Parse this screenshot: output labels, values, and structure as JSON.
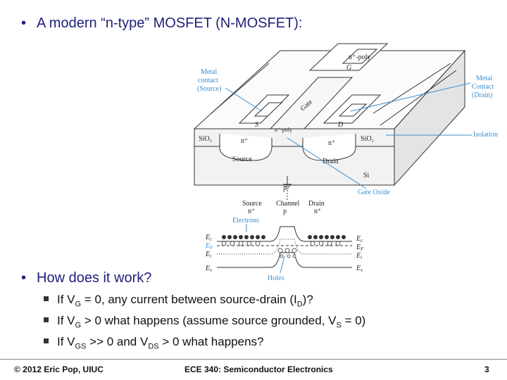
{
  "title": "A modern “n-type” MOSFET (N-MOSFET):",
  "question": "How does it work?",
  "sub_bullets": [
    {
      "parts": [
        "If V",
        "G",
        " = 0, any current between source-drain (I",
        "D",
        ")?"
      ]
    },
    {
      "parts": [
        "If V",
        "G",
        " > 0 what happens (assume source grounded, V",
        "S",
        " = 0)"
      ]
    },
    {
      "parts": [
        "If V",
        "GS",
        " >> 0 and V",
        "DS",
        " > 0 what happens?"
      ]
    }
  ],
  "diagram_labels": {
    "metal_source": [
      "Metal",
      "contact",
      "(Source)"
    ],
    "metal_drain": [
      "Metal",
      "Contact",
      "(Drain)"
    ],
    "isolation": "Isolation",
    "gate_oxide": "Gate Oxide",
    "gate": "Gate",
    "npoly_top": "n⁺-poly",
    "npoly_mid": "n⁺-poly",
    "g": "G",
    "s": "S",
    "d": "D",
    "sio2_left": "SiO₂",
    "sio2_right": "SiO₂",
    "n_plus_left": "n⁺",
    "n_plus_right": "n⁺",
    "source": "Source",
    "drain": "Drain",
    "si": "Si",
    "p": "p",
    "band_source": "Source",
    "band_channel": "Channel",
    "band_drain": "Drain",
    "band_n_left": "n⁺",
    "band_p": "p",
    "band_n_right": "n⁺",
    "electrons": "Electrons",
    "holes": "Holes",
    "ec_left": "E",
    "ef_left": "E",
    "ei_left": "E",
    "ev_left": "E",
    "ec_right": "E",
    "ef_right": "E",
    "ei_right": "E",
    "ev_right": "E",
    "sub_c": "c",
    "sub_f": "F",
    "sub_i": "i",
    "sub_v": "v"
  },
  "footer": {
    "left": "© 2012 Eric Pop, UIUC",
    "center": "ECE 340: Semiconductor Electronics",
    "page": "3"
  },
  "colors": {
    "title": "#1f1f7a",
    "annotation": "#3a8fd0"
  }
}
